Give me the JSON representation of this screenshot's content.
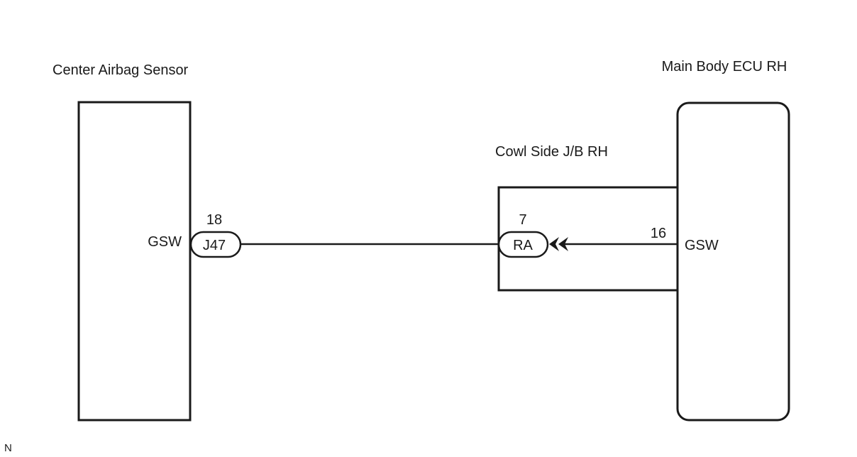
{
  "components": {
    "airbag_sensor": {
      "title": "Center Airbag Sensor",
      "terminal": "GSW"
    },
    "main_body_ecu": {
      "title": "Main Body ECU RH",
      "terminal": "GSW"
    },
    "cowl_jb": {
      "title": "Cowl Side J/B RH"
    }
  },
  "connectors": {
    "j47": {
      "code": "J47",
      "pin": "18"
    },
    "ra": {
      "code": "RA",
      "pin": "7"
    },
    "ecu_pin": {
      "pin": "16"
    }
  },
  "footer": {
    "code": "N"
  }
}
